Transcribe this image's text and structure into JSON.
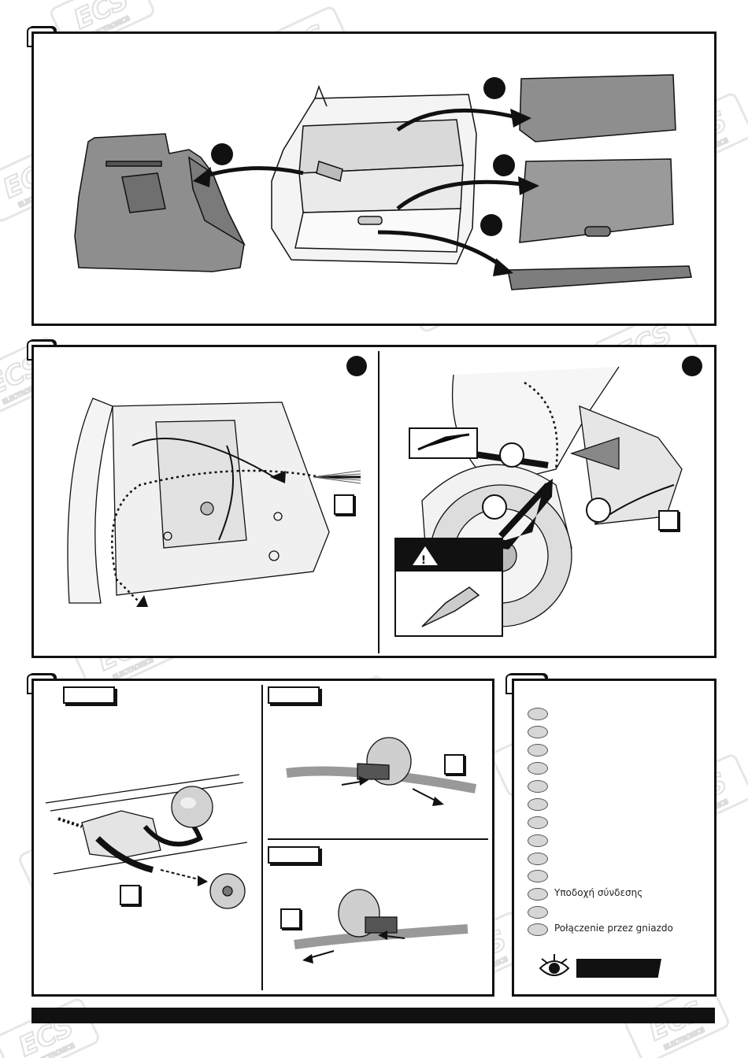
{
  "legend": {
    "items": [
      {
        "text": ""
      },
      {
        "text": ""
      },
      {
        "text": ""
      },
      {
        "text": ""
      },
      {
        "text": ""
      },
      {
        "text": ""
      },
      {
        "text": ""
      },
      {
        "text": ""
      },
      {
        "text": ""
      },
      {
        "text": ""
      },
      {
        "text": "Υποδοχή σύνδεσης"
      },
      {
        "text": ""
      },
      {
        "text": "Połączenie przez gniazdo"
      }
    ]
  },
  "watermark": {
    "brand": "ECS",
    "sub": "ELECTRONICS"
  },
  "colors": {
    "ink": "#111111",
    "part_fill": "#9a9a9a",
    "watermark": "#e6e6e6"
  }
}
